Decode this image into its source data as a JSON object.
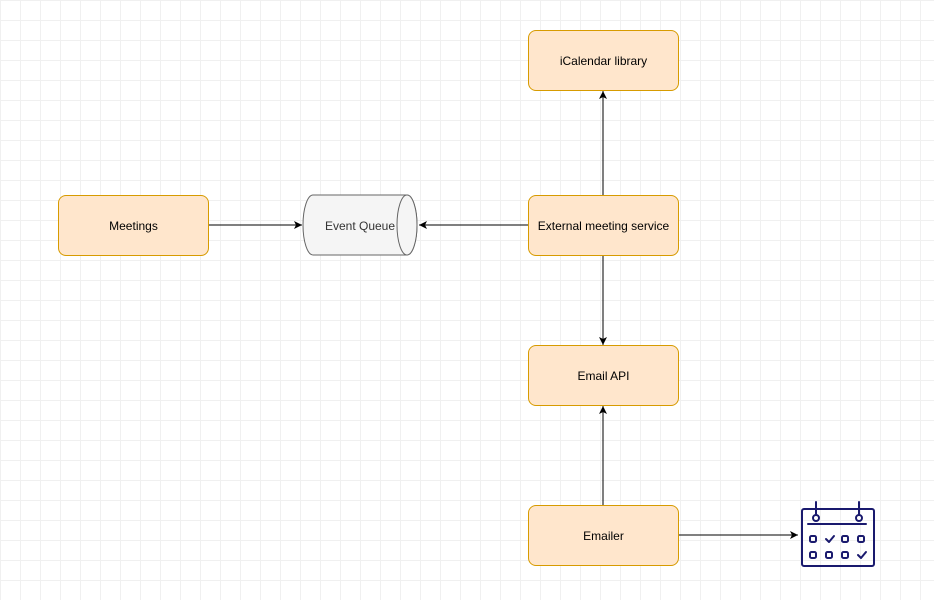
{
  "diagram": {
    "nodes": {
      "meetings": {
        "label": "Meetings"
      },
      "event_queue": {
        "label": "Event Queue"
      },
      "external_service": {
        "label": "External meeting service"
      },
      "icalendar": {
        "label": "iCalendar library"
      },
      "email_api": {
        "label": "Email API"
      },
      "emailer": {
        "label": "Emailer"
      },
      "calendar": {
        "icon": "calendar-icon"
      }
    },
    "edges": [
      {
        "from": "meetings",
        "to": "event_queue"
      },
      {
        "from": "external_service",
        "to": "event_queue"
      },
      {
        "from": "external_service",
        "to": "icalendar"
      },
      {
        "from": "external_service",
        "to": "email_api"
      },
      {
        "from": "emailer",
        "to": "email_api"
      },
      {
        "from": "emailer",
        "to": "calendar"
      }
    ],
    "colors": {
      "node_fill": "#ffe6cc",
      "node_stroke": "#d79b00",
      "queue_fill": "#f5f5f5",
      "queue_stroke": "#666666",
      "icon_color": "#1a1a6e"
    }
  }
}
